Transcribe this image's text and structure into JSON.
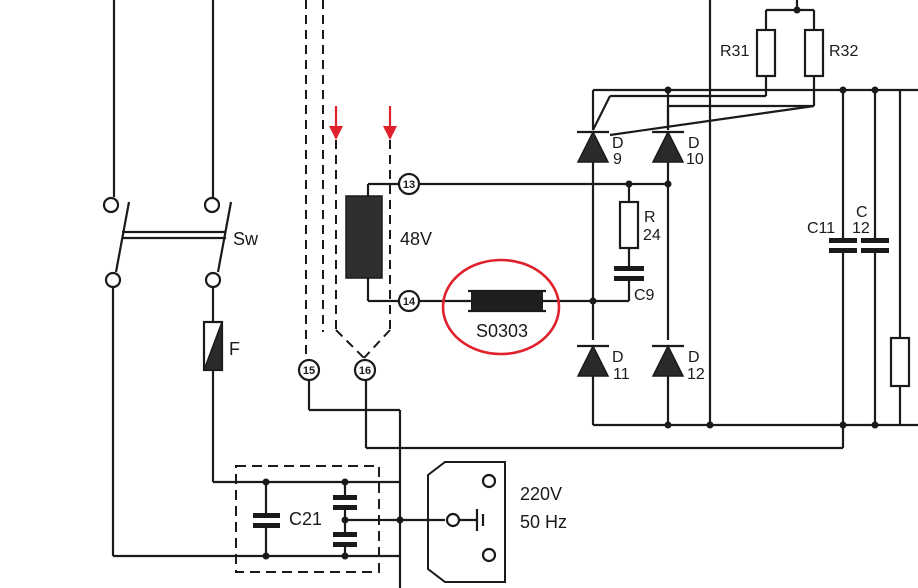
{
  "labels": {
    "sw": "Sw",
    "fuse": "F",
    "c21": "C21",
    "mains_voltage": "220V",
    "mains_freq": "50 Hz",
    "transformer_voltage": "48V",
    "part_number": "S0303",
    "r31": "R31",
    "r32": "R32",
    "r24_r": "R",
    "r24_n": "24",
    "c9": "C9",
    "c11": "C11",
    "c12_c": "C",
    "c12_n": "12",
    "d9_d": "D",
    "d9_n": "9",
    "d10_d": "D",
    "d10_n": "10",
    "d11_d": "D",
    "d11_n": "11",
    "d12_d": "D",
    "d12_n": "12"
  },
  "terminals": {
    "t13": "13",
    "t14": "14",
    "t15": "15",
    "t16": "16"
  },
  "colors": {
    "wire": "#1a1a1a",
    "highlight": "#e0202a"
  }
}
